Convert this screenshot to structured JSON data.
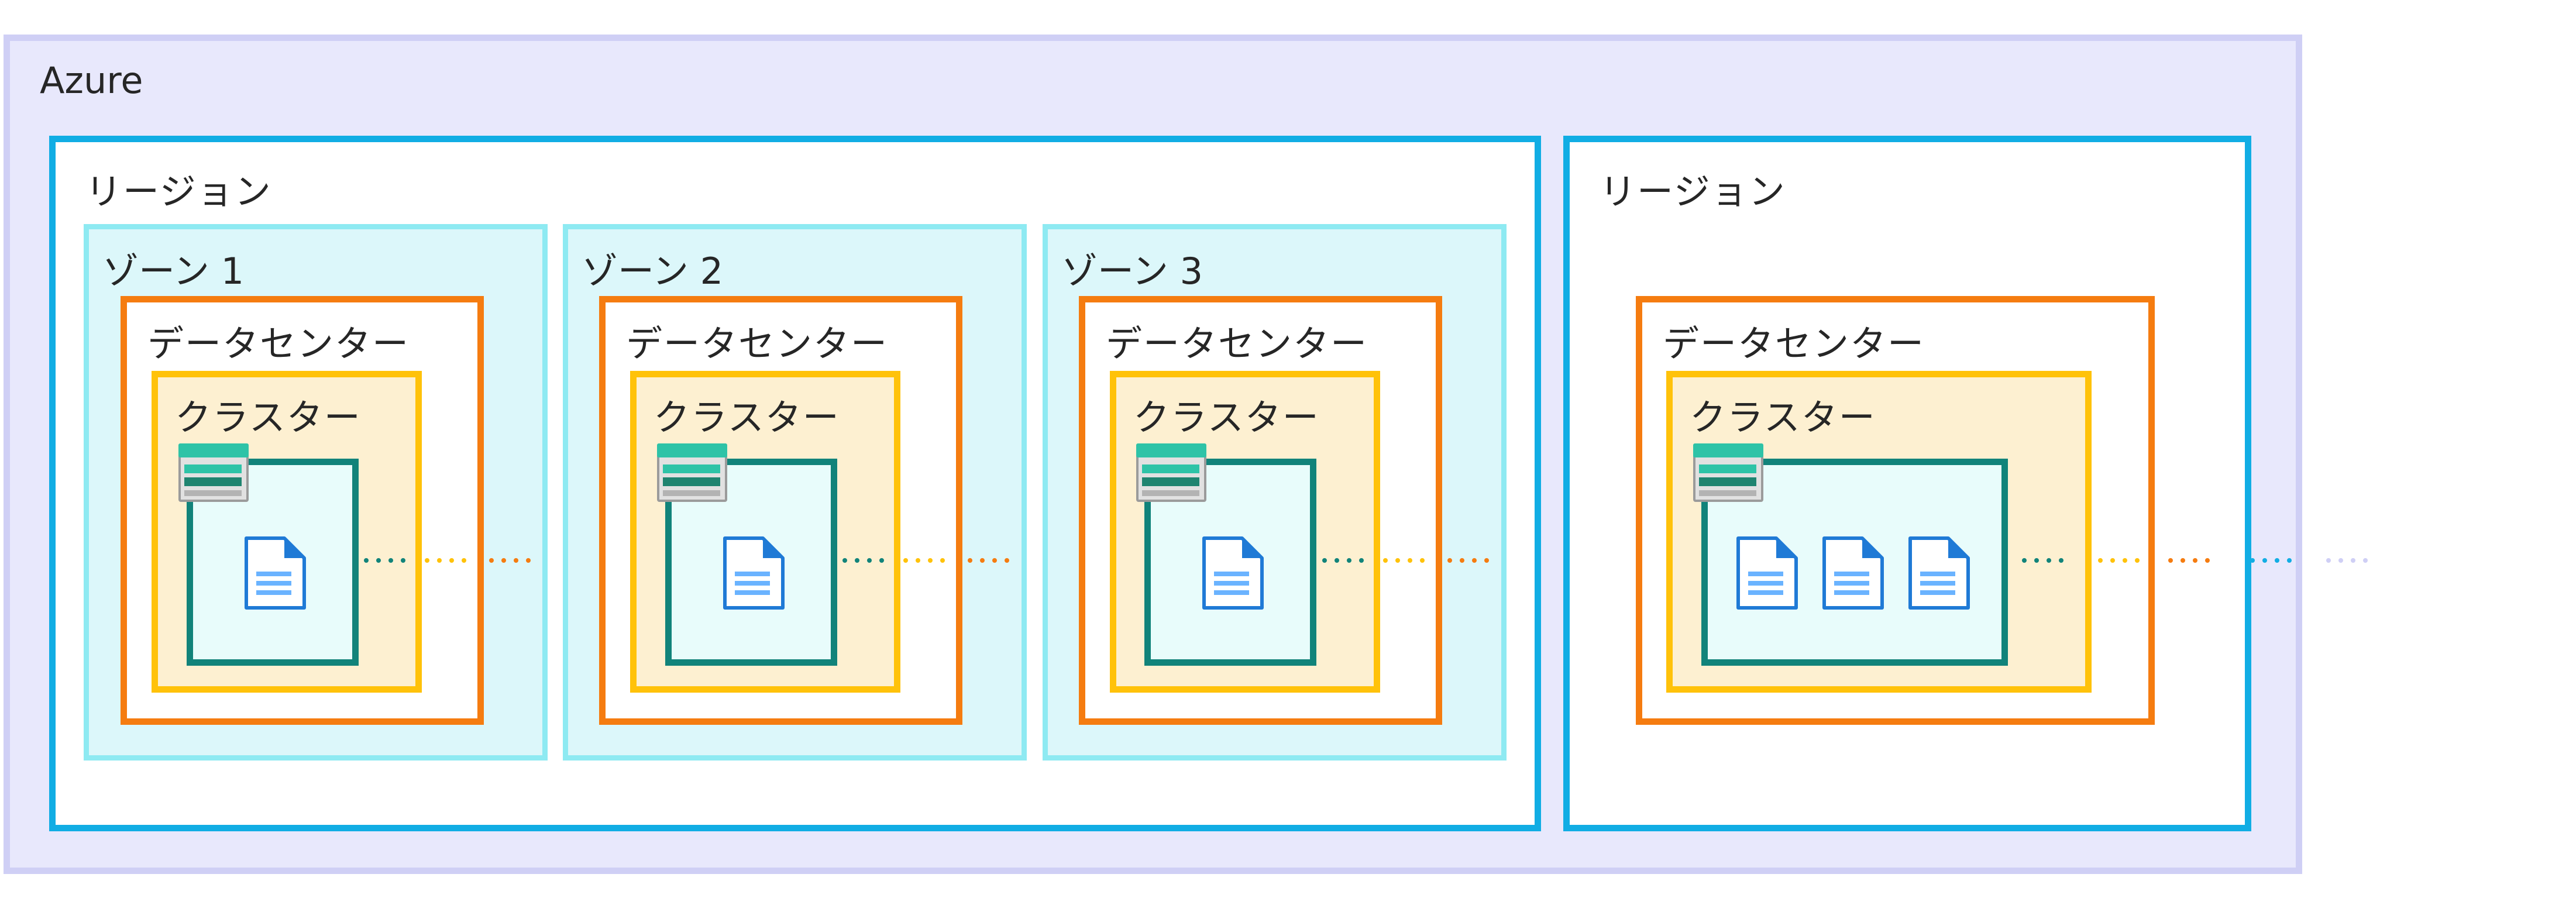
{
  "diagram": {
    "azure": {
      "label": "Azure"
    },
    "regions": [
      {
        "label": "リージョン",
        "zones": [
          {
            "label": "ゾーン 1",
            "datacenter": {
              "label": "データセンター",
              "cluster": {
                "label": "クラスター",
                "documents": 1
              }
            }
          },
          {
            "label": "ゾーン 2",
            "datacenter": {
              "label": "データセンター",
              "cluster": {
                "label": "クラスター",
                "documents": 1
              }
            }
          },
          {
            "label": "ゾーン 3",
            "datacenter": {
              "label": "データセンター",
              "cluster": {
                "label": "クラスター",
                "documents": 1
              }
            }
          }
        ]
      },
      {
        "label": "リージョン",
        "datacenter": {
          "label": "データセンター",
          "cluster": {
            "label": "クラスター",
            "documents": 3
          }
        }
      }
    ],
    "colors": {
      "azure_fill": "#e8e8fc",
      "azure_border": "#cfcff5",
      "region_border": "#11ade4",
      "zone_fill": "#dcf7fa",
      "zone_border": "#8eeaf2",
      "datacenter_border": "#f57c10",
      "cluster_fill": "#fdf0d1",
      "cluster_border": "#ffc20a",
      "node_fill": "#e8fcfb",
      "node_border": "#11837a",
      "document_icon": "#1f7ad6",
      "server_icon": "#2ec3a7"
    },
    "icons": [
      "server-icon",
      "document-icon"
    ]
  }
}
